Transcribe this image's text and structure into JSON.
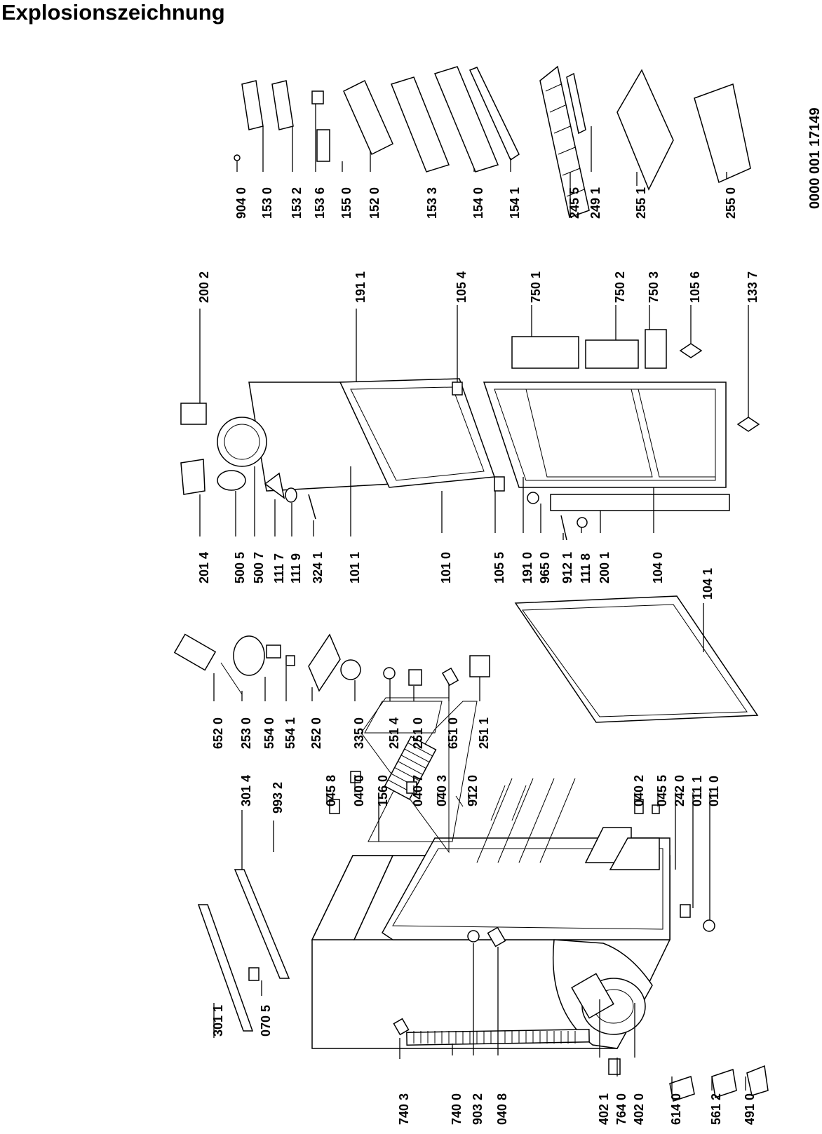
{
  "title": "Explosionszeichnung",
  "document_number": "0000 001 17149",
  "parts": [
    {
      "id": "301 1"
    },
    {
      "id": "070 5"
    },
    {
      "id": "740 3"
    },
    {
      "id": "740 0"
    },
    {
      "id": "903 2"
    },
    {
      "id": "040 8"
    },
    {
      "id": "402 1"
    },
    {
      "id": "764 0"
    },
    {
      "id": "402 0"
    },
    {
      "id": "614 0"
    },
    {
      "id": "561 2"
    },
    {
      "id": "491 0"
    },
    {
      "id": "301 4"
    },
    {
      "id": "993 2"
    },
    {
      "id": "045 8"
    },
    {
      "id": "040 0"
    },
    {
      "id": "156 0"
    },
    {
      "id": "040 7"
    },
    {
      "id": "040 3"
    },
    {
      "id": "912 0"
    },
    {
      "id": "040 2"
    },
    {
      "id": "045 5"
    },
    {
      "id": "242 0"
    },
    {
      "id": "011 1"
    },
    {
      "id": "011 0"
    },
    {
      "id": "652 0"
    },
    {
      "id": "253 0"
    },
    {
      "id": "554 0"
    },
    {
      "id": "554 1"
    },
    {
      "id": "252 0"
    },
    {
      "id": "335 0"
    },
    {
      "id": "251 4"
    },
    {
      "id": "251 0"
    },
    {
      "id": "651 0"
    },
    {
      "id": "251 1"
    },
    {
      "id": "201 4"
    },
    {
      "id": "500 5"
    },
    {
      "id": "500 7"
    },
    {
      "id": "111 7"
    },
    {
      "id": "111 9"
    },
    {
      "id": "324 1"
    },
    {
      "id": "101 1"
    },
    {
      "id": "101 0"
    },
    {
      "id": "105 5"
    },
    {
      "id": "191 0"
    },
    {
      "id": "965 0"
    },
    {
      "id": "912 1"
    },
    {
      "id": "111 8"
    },
    {
      "id": "200 1"
    },
    {
      "id": "104 0"
    },
    {
      "id": "104 1"
    },
    {
      "id": "200 2"
    },
    {
      "id": "191 1"
    },
    {
      "id": "105 4"
    },
    {
      "id": "750 1"
    },
    {
      "id": "750 2"
    },
    {
      "id": "750 3"
    },
    {
      "id": "105 6"
    },
    {
      "id": "133 7"
    },
    {
      "id": "904 0"
    },
    {
      "id": "153 0"
    },
    {
      "id": "153 2"
    },
    {
      "id": "153 6"
    },
    {
      "id": "155 0"
    },
    {
      "id": "152 0"
    },
    {
      "id": "153 3"
    },
    {
      "id": "154 0"
    },
    {
      "id": "154 1"
    },
    {
      "id": "245 5"
    },
    {
      "id": "249 1"
    },
    {
      "id": "255 1"
    },
    {
      "id": "255 0"
    }
  ]
}
